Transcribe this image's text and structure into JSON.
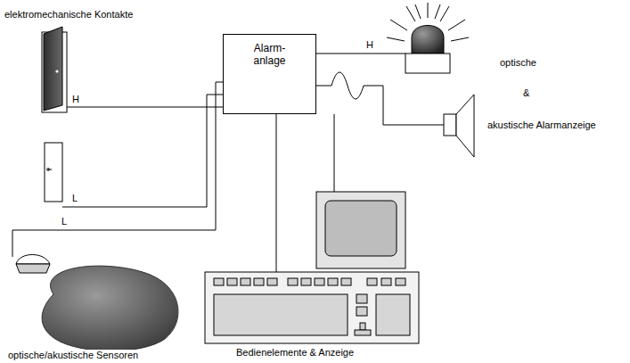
{
  "diagram": {
    "nodes": [
      {
        "text": [
          "Alarm- anlage"
        ]
      }
    ],
    "labels": [
      "elektromechanische Kontakte",
      "H",
      "L",
      "L",
      "H",
      "optische",
      "&",
      "akustische Alarmanzeige",
      "Bedienelemente & Anzeige",
      "optische/akustische Sensoren"
    ]
  }
}
